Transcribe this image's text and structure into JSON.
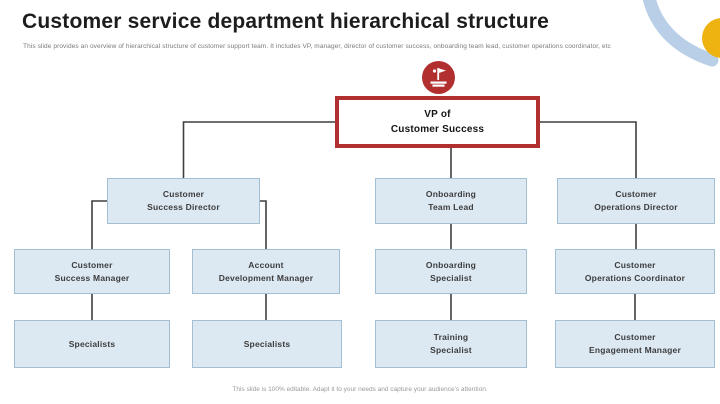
{
  "slide": {
    "title": "Customer service department hierarchical structure",
    "subtitle": "This slide provides an overview of hierarchical structure of customer support team. It includes VP, manager, director of customer success, onboarding team lead, customer operations coordinator, etc",
    "footer": "This slide is 100% editable. Adapt it to your needs and capture your audience's attention."
  },
  "org_chart": {
    "vp": {
      "label": "VP of\nCustomer Success"
    },
    "customer_success_director": {
      "label": "Customer\nSuccess Director"
    },
    "onboarding_team_lead": {
      "label": "Onboarding\nTeam Lead"
    },
    "customer_operations_director": {
      "label": "Customer\nOperations Director"
    },
    "customer_success_manager": {
      "label": "Customer\nSuccess Manager"
    },
    "account_development_manager": {
      "label": "Account\nDevelopment Manager"
    },
    "onboarding_specialist": {
      "label": "Onboarding\nSpecialist"
    },
    "customer_operations_coordinator": {
      "label": "Customer\nOperations Coordinator"
    },
    "specialists_left": {
      "label": "Specialists"
    },
    "specialists_mid": {
      "label": "Specialists"
    },
    "training_specialist": {
      "label": "Training\nSpecialist"
    },
    "customer_engagement_manager": {
      "label": "Customer\nEngagement Manager"
    }
  },
  "icons": {
    "vp_badge": "leader-podium-icon",
    "decor_ring": "arc-ring-shape",
    "decor_circle": "yellow-circle-shape"
  },
  "colors": {
    "accent_red": "#b12f2f",
    "node_fill": "#dce8f2",
    "node_border": "#a3bfd4",
    "connector": "#3f3f3f",
    "decor_blue": "#b9cfe7",
    "decor_yellow": "#eeb211"
  }
}
